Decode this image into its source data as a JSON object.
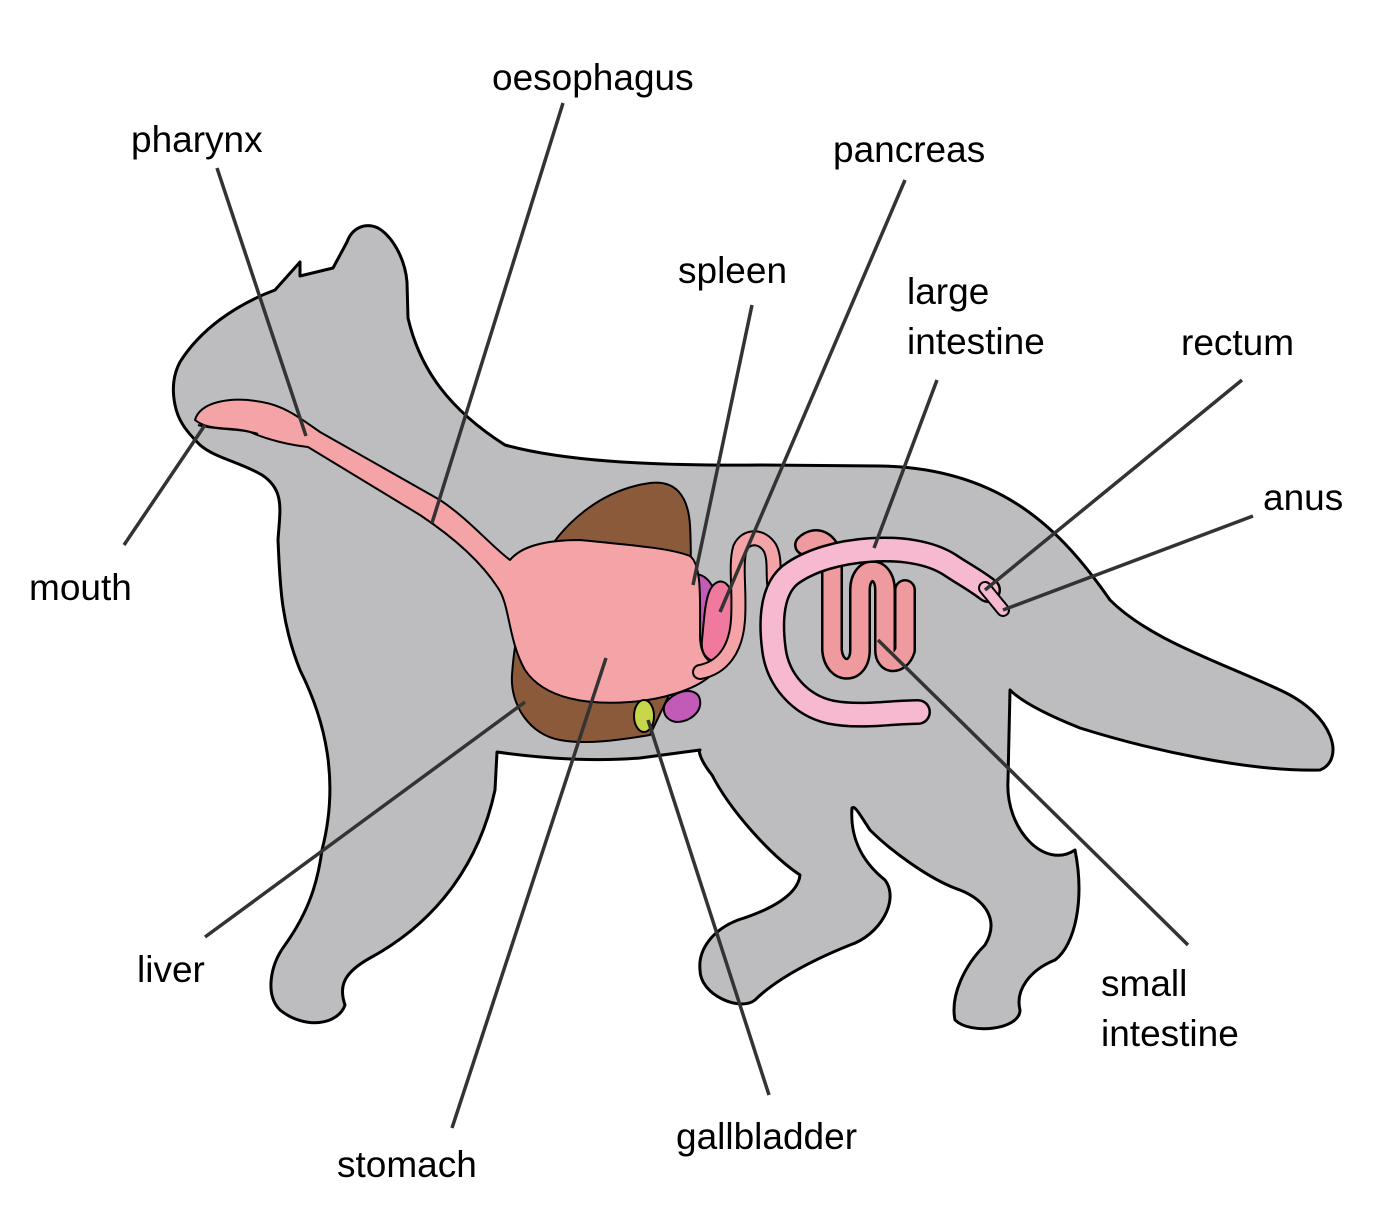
{
  "labels": {
    "mouth": "mouth",
    "pharynx": "pharynx",
    "oesophagus": "oesophagus",
    "pancreas": "pancreas",
    "spleen": "spleen",
    "large_intestine_1": "large",
    "large_intestine_2": "intestine",
    "rectum": "rectum",
    "anus": "anus",
    "liver": "liver",
    "stomach": "stomach",
    "gallbladder": "gallbladder",
    "small_intestine_1": "small",
    "small_intestine_2": "intestine"
  },
  "colors": {
    "body": "#bdbdbf",
    "digestive_tract": "#f4a3a6",
    "liver": "#8a5a3b",
    "spleen": "#c25ab8",
    "pancreas": "#f0799e",
    "large_intestine": "#f7b9cf",
    "small_intestine": "#ef9a9e",
    "gallbladder": "#c7d64a",
    "leader_line": "#333333"
  }
}
